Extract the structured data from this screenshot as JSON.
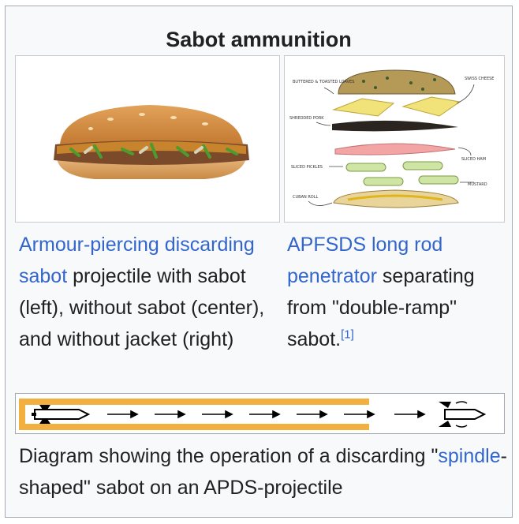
{
  "infobox": {
    "title": "Sabot ammunition",
    "left_image": {
      "alt": "sub-sandwich-photo"
    },
    "right_image": {
      "labels": {
        "buttered": "BUTTERED & TOASTED LOAVES",
        "swiss": "SWISS CHEESE",
        "pork": "SHREDDED PORK",
        "ham": "SLICED HAM",
        "pickles": "SLICED PICKLES",
        "mustard": "MUSTARD",
        "roll": "CUBAN ROLL"
      }
    },
    "left_caption": {
      "link": "Armour-piercing discarding sabot",
      "text": "projectile with sabot (left), without sabot (center), and without jacket (right)"
    },
    "right_caption": {
      "link": "APFSDS long rod penetrator",
      "text": "separating from \"double-ramp\" sabot.",
      "ref": "[1]"
    },
    "bottom_caption": {
      "pre": "Diagram showing the operation of a discarding \"",
      "link": "spindle",
      "post": "-shaped\" sabot on an APDS-projectile"
    }
  }
}
